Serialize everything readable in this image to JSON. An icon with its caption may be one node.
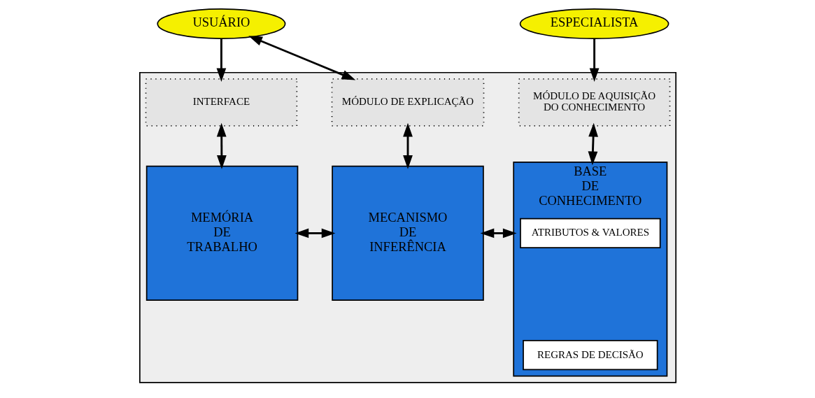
{
  "diagram": {
    "nodes": [
      {
        "text": [
          "USUÁRIO"
        ]
      },
      {
        "text": [
          "ESPECIALISTA"
        ]
      },
      {
        "text": [],
        "shape": "box"
      },
      {
        "text": [
          "INTERFACE"
        ],
        "in": 2
      },
      {
        "text": [
          "MÓDULO DE EXPLICAÇÃO"
        ],
        "in": 2
      },
      {
        "text": [
          "MÓDULO DE AQUISIÇÃO DO CONHECIMENTO"
        ],
        "in": 2
      },
      {
        "text": [
          "MEMÓRIA DE TRABALHO"
        ],
        "in": 2
      },
      {
        "text": [
          "MECANISMO DE INFERÊNCIA"
        ],
        "in": 2
      },
      {
        "text": [
          "BASE DE CONHECIMENTO"
        ],
        "in": 2
      },
      {
        "text": [
          "ATRIBUTOS & VALORES"
        ],
        "in": 8
      },
      {
        "text": [
          "REGRAS DE DECISÃO"
        ],
        "in": 8
      }
    ],
    "edges": [
      {
        "from": 0,
        "to": 3,
        "arrow": "to"
      },
      {
        "from": 4,
        "to": 0,
        "arrow": "both"
      },
      {
        "from": 1,
        "to": 5,
        "arrow": "to"
      },
      {
        "from": 3,
        "to": 6,
        "arrow": "both"
      },
      {
        "from": 4,
        "to": 7,
        "arrow": "both"
      },
      {
        "from": 5,
        "to": 8,
        "arrow": "both"
      },
      {
        "from": 6,
        "to": 7,
        "arrow": "both"
      },
      {
        "from": 7,
        "to": 8,
        "arrow": "both"
      }
    ]
  }
}
